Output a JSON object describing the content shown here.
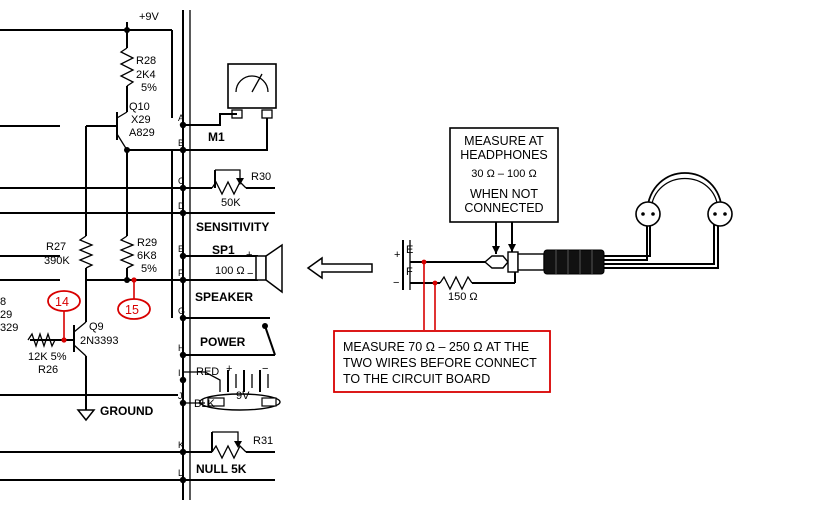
{
  "supply": {
    "label": "+9V"
  },
  "components": {
    "r28": {
      "name": "R28",
      "value": "2K4",
      "tol": "5%"
    },
    "q10": {
      "name": "Q10",
      "type": "X29",
      "part": "A829"
    },
    "m1": {
      "name": "M1"
    },
    "r30": {
      "name": "R30",
      "value": "50K"
    },
    "sensitivity": {
      "label": "SENSITIVITY"
    },
    "r27": {
      "name": "R27",
      "value": "390K"
    },
    "r29": {
      "name": "R29",
      "value": "6K8",
      "tol": "5%"
    },
    "sp1": {
      "name": "SP1",
      "value": "100 Ω"
    },
    "speaker": {
      "label": "SPEAKER"
    },
    "q9": {
      "name": "Q9",
      "part": "2N3393"
    },
    "r26": {
      "name": "R26",
      "value": "12K 5%"
    },
    "partial": {
      "a": "8",
      "b": "29",
      "c": "329"
    },
    "power": {
      "label": "POWER"
    },
    "battery": {
      "red": "RED",
      "blk": "BLK",
      "value": "9V"
    },
    "ground": {
      "label": "GROUND"
    },
    "r31": {
      "name": "R31",
      "label": "NULL 5K"
    },
    "r150": {
      "value": "150 Ω"
    }
  },
  "terminals": [
    "A",
    "B",
    "C",
    "D",
    "E",
    "F",
    "G",
    "H",
    "I",
    "J",
    "K",
    "L"
  ],
  "plus_signs": {
    "plus": "+",
    "minus": "−"
  },
  "test_points": [
    {
      "id": "14"
    },
    {
      "id": "15"
    }
  ],
  "headphone_box": {
    "line1": "MEASURE  AT",
    "line2": "HEADPHONES",
    "line3": "30 Ω – 100 Ω",
    "line4": "WHEN NOT",
    "line5": "CONNECTED"
  },
  "wire_box": {
    "line1": "MEASURE 70 Ω – 250 Ω  AT THE",
    "line2": "TWO WIRES BEFORE CONNECT",
    "line3": "TO THE CIRCUIT BOARD"
  },
  "plug_terminals": {
    "e": "E",
    "f": "F"
  },
  "colors": {
    "accent_red": "#d80000",
    "ink": "#000000",
    "background": "#ffffff"
  }
}
